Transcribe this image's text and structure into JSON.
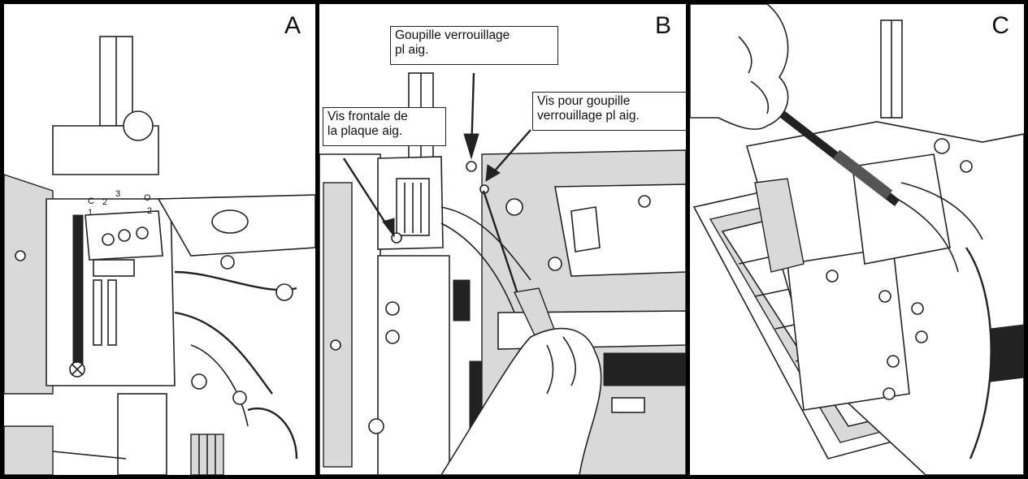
{
  "panels": {
    "a": {
      "letter": "A",
      "plate_markings": [
        "C",
        "1",
        "2",
        "3",
        "O",
        "2"
      ]
    },
    "b": {
      "letter": "B",
      "callouts": {
        "goupille_verrouillage": "Goupille verrouillage\npl aig.",
        "vis_frontale": "Vis frontale de\nla plaque aig.",
        "vis_pour_goupille": "Vis pour goupille\nverrouillage pl aig."
      }
    },
    "c": {
      "letter": "C"
    }
  }
}
